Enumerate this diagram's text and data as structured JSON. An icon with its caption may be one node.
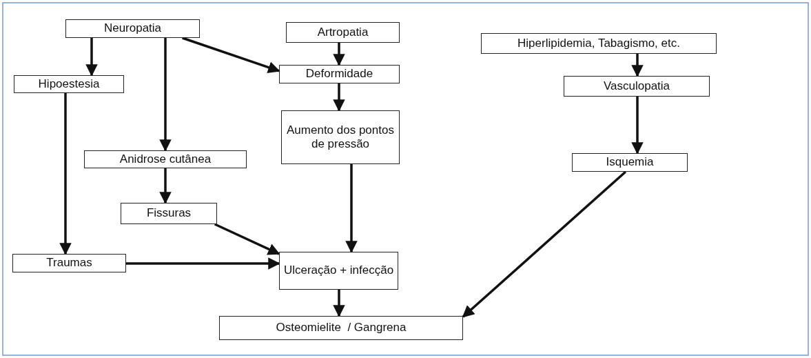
{
  "diagram": {
    "nodes": [
      {
        "text": [
          "Neuropatia"
        ]
      },
      {
        "text": [
          "Artropatia"
        ]
      },
      {
        "text": [
          "Hiperlipidemia, Tabagismo, etc."
        ]
      },
      {
        "text": [
          "Hipoestesia"
        ]
      },
      {
        "text": [
          "Deformidade"
        ]
      },
      {
        "text": [
          "Vasculopatia"
        ]
      },
      {
        "text": [
          "Aumento dos pontos de pressão"
        ]
      },
      {
        "text": [
          "Anidrose cutânea"
        ]
      },
      {
        "text": [
          "Isquemia"
        ]
      },
      {
        "text": [
          "Fissuras"
        ]
      },
      {
        "text": [
          "Traumas"
        ]
      },
      {
        "text": [
          "Ulceração + infecção"
        ]
      },
      {
        "text": [
          "Osteomielite  / Gangrena"
        ]
      }
    ],
    "edges": [
      {
        "from": 0,
        "to": 3,
        "arrow": "to"
      },
      {
        "from": 0,
        "to": 7,
        "arrow": "to"
      },
      {
        "from": 0,
        "to": 4,
        "arrow": "to"
      },
      {
        "from": 1,
        "to": 4,
        "arrow": "to"
      },
      {
        "from": 4,
        "to": 6,
        "arrow": "to"
      },
      {
        "from": 2,
        "to": 5,
        "arrow": "to"
      },
      {
        "from": 5,
        "to": 8,
        "arrow": "to"
      },
      {
        "from": 3,
        "to": 10,
        "arrow": "to"
      },
      {
        "from": 7,
        "to": 9,
        "arrow": "to"
      },
      {
        "from": 9,
        "to": 11,
        "arrow": "to"
      },
      {
        "from": 6,
        "to": 11,
        "arrow": "to"
      },
      {
        "from": 10,
        "to": 11,
        "arrow": "to"
      },
      {
        "from": 11,
        "to": 12,
        "arrow": "to"
      },
      {
        "from": 8,
        "to": 12,
        "arrow": "to"
      }
    ]
  }
}
